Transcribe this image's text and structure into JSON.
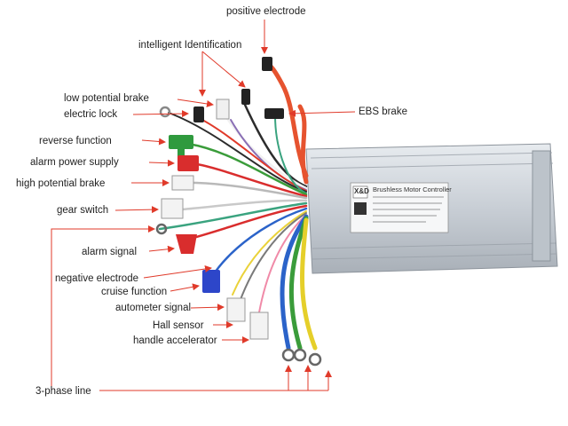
{
  "labels": {
    "positive_electrode": "positive electrode",
    "intelligent_identification": "intelligent Identification",
    "low_potential_brake": "low potential brake",
    "electric_lock": "electric lock",
    "ebs_brake": "EBS brake",
    "reverse_function": "reverse function",
    "alarm_power_supply": "alarm power supply",
    "high_potential_brake": "high potential brake",
    "gear_switch": "gear switch",
    "alarm_signal": "alarm signal",
    "negative_electrode": "negative electrode",
    "cruise_function": "cruise function",
    "autometer_signal": "autometer signal",
    "hall_sensor": "Hall sensor",
    "handle_accelerator": "handle accelerator",
    "three_phase_line": "3-phase line"
  },
  "controller": {
    "brand": "X&D",
    "title": "Brushless Motor Controller"
  },
  "colors": {
    "leader_line": "#e03a2a",
    "housing": "#c9cfd6"
  }
}
